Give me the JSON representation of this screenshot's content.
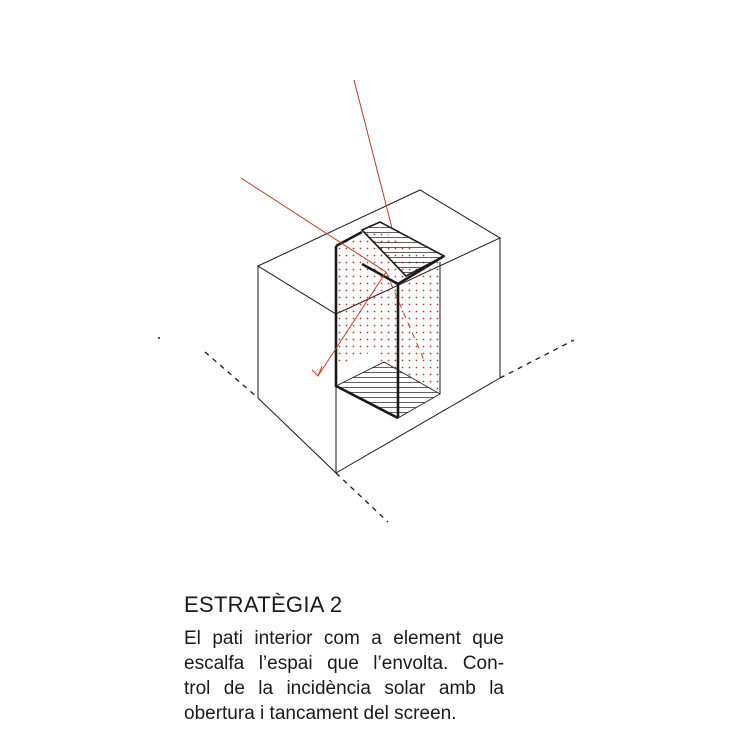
{
  "caption": {
    "title": "ESTRATÈGIA 2",
    "lines": [
      "El pati interior com a element que",
      "escalfa l’espai que l’envolta. Con-",
      "trol de la incidència solar amb la",
      "obertura i tancament del screen."
    ]
  },
  "colors": {
    "line": "#1a1a1a",
    "sun_ray": "#c0392b",
    "dots": "#c0392b",
    "background": "#ffffff"
  }
}
